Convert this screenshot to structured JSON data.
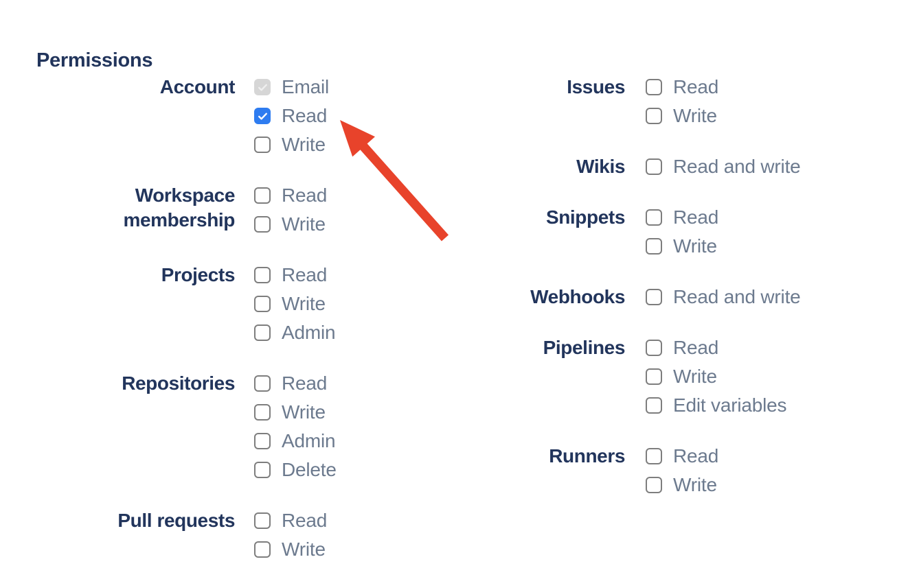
{
  "page": {
    "title": "Permissions"
  },
  "colors": {
    "heading": "#22355c",
    "option_label": "#6c7a8e",
    "checkbox_checked": "#2e7cf0",
    "checkbox_disabled": "#d6d6d6",
    "arrow": "#e8432b"
  },
  "columns": [
    {
      "name": "left",
      "groups": [
        {
          "label": "Account",
          "options": [
            {
              "label": "Email",
              "state": "disabled-checked"
            },
            {
              "label": "Read",
              "state": "checked"
            },
            {
              "label": "Write",
              "state": "unchecked"
            }
          ]
        },
        {
          "label": "Workspace membership",
          "options": [
            {
              "label": "Read",
              "state": "unchecked"
            },
            {
              "label": "Write",
              "state": "unchecked"
            }
          ]
        },
        {
          "label": "Projects",
          "options": [
            {
              "label": "Read",
              "state": "unchecked"
            },
            {
              "label": "Write",
              "state": "unchecked"
            },
            {
              "label": "Admin",
              "state": "unchecked"
            }
          ]
        },
        {
          "label": "Repositories",
          "options": [
            {
              "label": "Read",
              "state": "unchecked"
            },
            {
              "label": "Write",
              "state": "unchecked"
            },
            {
              "label": "Admin",
              "state": "unchecked"
            },
            {
              "label": "Delete",
              "state": "unchecked"
            }
          ]
        },
        {
          "label": "Pull requests",
          "options": [
            {
              "label": "Read",
              "state": "unchecked"
            },
            {
              "label": "Write",
              "state": "unchecked"
            }
          ]
        }
      ]
    },
    {
      "name": "right",
      "groups": [
        {
          "label": "Issues",
          "options": [
            {
              "label": "Read",
              "state": "unchecked"
            },
            {
              "label": "Write",
              "state": "unchecked"
            }
          ]
        },
        {
          "label": "Wikis",
          "options": [
            {
              "label": "Read and write",
              "state": "unchecked"
            }
          ]
        },
        {
          "label": "Snippets",
          "options": [
            {
              "label": "Read",
              "state": "unchecked"
            },
            {
              "label": "Write",
              "state": "unchecked"
            }
          ]
        },
        {
          "label": "Webhooks",
          "options": [
            {
              "label": "Read and write",
              "state": "unchecked"
            }
          ]
        },
        {
          "label": "Pipelines",
          "options": [
            {
              "label": "Read",
              "state": "unchecked"
            },
            {
              "label": "Write",
              "state": "unchecked"
            },
            {
              "label": "Edit variables",
              "state": "unchecked"
            }
          ]
        },
        {
          "label": "Runners",
          "options": [
            {
              "label": "Read",
              "state": "unchecked"
            },
            {
              "label": "Write",
              "state": "unchecked"
            }
          ]
        }
      ]
    }
  ],
  "annotation": {
    "arrow_color": "#e8432b",
    "points_to": "account-read-checkbox"
  }
}
